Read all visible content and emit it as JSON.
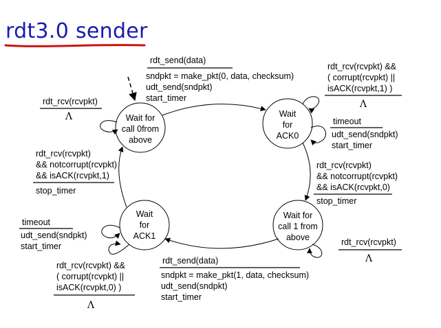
{
  "title": "rdt3.0 sender",
  "colors": {
    "title": "#1a1ab0",
    "underline": "#cc1111"
  },
  "states": [
    {
      "id": "wait-call-0",
      "lines": [
        "Wait for",
        "call 0from",
        "above"
      ]
    },
    {
      "id": "wait-ack0",
      "lines": [
        "Wait",
        "for",
        "ACK0"
      ]
    },
    {
      "id": "wait-call-1",
      "lines": [
        "Wait for",
        "call 1 from",
        "above"
      ]
    },
    {
      "id": "wait-ack1",
      "lines": [
        "Wait",
        "for",
        "ACK1"
      ]
    }
  ],
  "transitions": {
    "send0": {
      "event": "rdt_send(data)",
      "actions": [
        "sndpkt = make_pkt(0, data, checksum)",
        "udt_send(sndpkt)",
        "start_timer"
      ]
    },
    "ack0_bad": {
      "event": [
        "rdt_rcv(rcvpkt) &&",
        "( corrupt(rcvpkt) ||",
        "isACK(rcvpkt,1) )"
      ],
      "action": "Λ"
    },
    "timeout0": {
      "event": "timeout",
      "actions": [
        "udt_send(sndpkt)",
        "start_timer"
      ]
    },
    "ack0_ok": {
      "event": [
        "rdt_rcv(rcvpkt)",
        "&& notcorrupt(rcvpkt)",
        "&& isACK(rcvpkt,0)"
      ],
      "action": "stop_timer"
    },
    "idle1_rcv": {
      "event": "rdt_rcv(rcvpkt)",
      "action": "Λ"
    },
    "send1": {
      "event": "rdt_send(data)",
      "actions": [
        "sndpkt = make_pkt(1, data, checksum)",
        "udt_send(sndpkt)",
        "start_timer"
      ]
    },
    "ack1_bad": {
      "event": [
        "rdt_rcv(rcvpkt) &&",
        "( corrupt(rcvpkt) ||",
        "isACK(rcvpkt,0) )"
      ],
      "action": "Λ"
    },
    "timeout1": {
      "event": "timeout",
      "actions": [
        "udt_send(sndpkt)",
        "start_timer"
      ]
    },
    "ack1_ok": {
      "event": [
        "rdt_rcv(rcvpkt)",
        "&& notcorrupt(rcvpkt)",
        "&& isACK(rcvpkt,1)"
      ],
      "action": "stop_timer"
    },
    "idle0_rcv": {
      "event": "rdt_rcv(rcvpkt)",
      "action": "Λ"
    }
  }
}
